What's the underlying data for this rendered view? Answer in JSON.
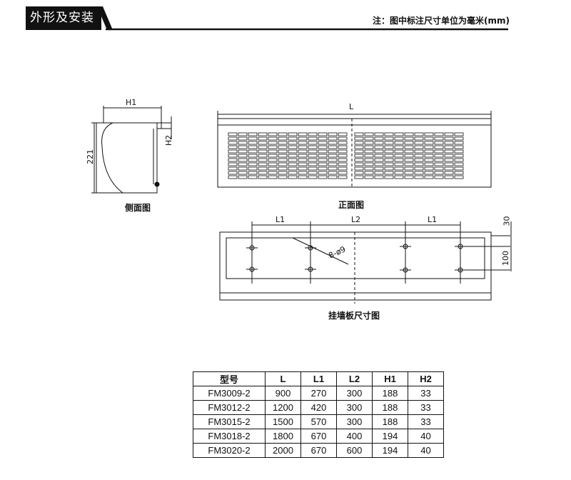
{
  "header": {
    "title": "外形及安装尺寸",
    "note": "注：图中标注尺寸单位为毫米(mm)"
  },
  "side_view": {
    "caption": "侧面图",
    "labels": {
      "h1": "H1",
      "h2": "H2",
      "height": "221"
    }
  },
  "front_view": {
    "caption": "正面图",
    "labels": {
      "length": "L"
    }
  },
  "wall_plate": {
    "caption": "挂墙板尺寸图",
    "labels": {
      "l1_left": "L1",
      "l2": "L2",
      "l1_right": "L1",
      "holes": "8-ø9",
      "top_offset": "30",
      "hole_spacing": "100"
    }
  },
  "table": {
    "headers": [
      "型号",
      "L",
      "L1",
      "L2",
      "H1",
      "H2"
    ],
    "rows": [
      [
        "FM3009-2",
        "900",
        "270",
        "300",
        "188",
        "33"
      ],
      [
        "FM3012-2",
        "1200",
        "420",
        "300",
        "188",
        "33"
      ],
      [
        "FM3015-2",
        "1500",
        "570",
        "300",
        "188",
        "33"
      ],
      [
        "FM3018-2",
        "1800",
        "670",
        "400",
        "194",
        "40"
      ],
      [
        "FM3020-2",
        "2000",
        "670",
        "600",
        "194",
        "40"
      ]
    ]
  }
}
